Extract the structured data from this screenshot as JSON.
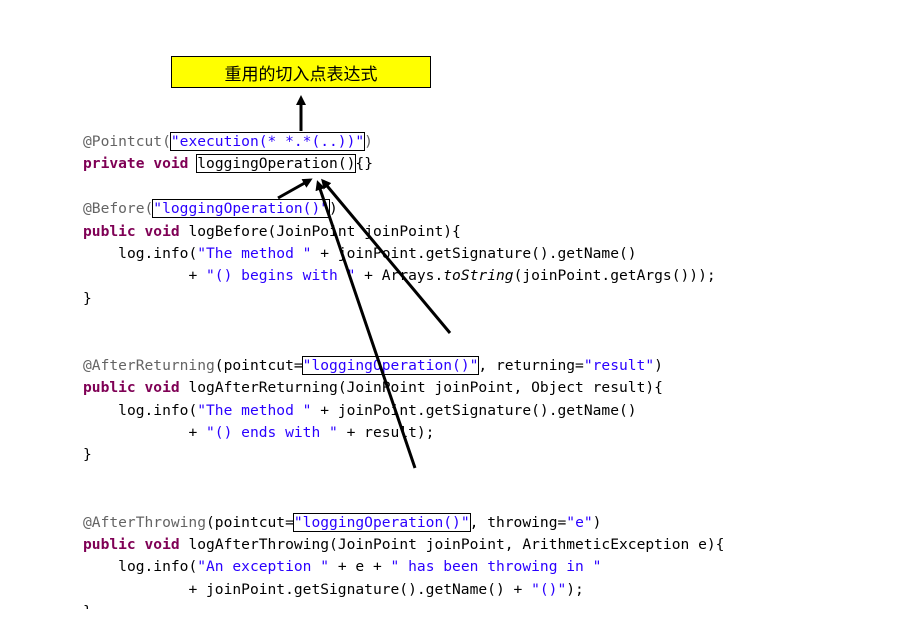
{
  "title": "重用的切入点表达式",
  "code": {
    "pointcut_annotation": "@Pointcut",
    "pointcut_open": "(",
    "pointcut_expr": "\"execution(* *.*(..))\"",
    "pointcut_close": ")",
    "private_kw": "private",
    "void_kw": "void",
    "method_name": "loggingOperation()",
    "method_body": "{}",
    "before_annotation": "@Before(",
    "before_ref": "\"loggingOperation()\"",
    "before_close": ")",
    "public_kw": "public",
    "log_before_sig": "logBefore(JoinPoint joinPoint){",
    "indent1": "    ",
    "indent2": "            ",
    "log_info": "log.info(",
    "s_the_method": "\"The method \"",
    "plus_sig": " + joinPoint.getSignature().getName()",
    "plus": "+ ",
    "s_begins_with": "\"() begins with \"",
    "plus_arrays": " + Arrays.",
    "to_string": "toString",
    "args_tail": "(joinPoint.getArgs()));",
    "close_brace": "}",
    "after_returning_annotation": "@AfterReturning",
    "pointcut_eq": "(pointcut=",
    "ar_ref": "\"loggingOperation()\"",
    "returning_eq": ", returning=",
    "s_result": "\"result\"",
    "close_paren": ")",
    "log_after_returning_sig": "logAfterReturning(JoinPoint joinPoint, Object result){",
    "s_ends_with": "\"() ends with \"",
    "plus_result": " + result);",
    "after_throwing_annotation": "@AfterThrowing",
    "at_ref": "\"loggingOperation()\"",
    "throwing_eq": ", throwing=",
    "s_e": "\"e\"",
    "log_after_throwing_sig": "logAfterThrowing(JoinPoint joinPoint, ArithmeticException e){",
    "s_an_exception": "\"An exception \"",
    "plus_e_plus": " + e + ",
    "s_has_been_throwing": "\" has been throwing in \"",
    "sig_tail": "+ joinPoint.getSignature().getName() + ",
    "s_parens": "\"()\"",
    "semi_tail": ");",
    "last_brace": "}"
  }
}
